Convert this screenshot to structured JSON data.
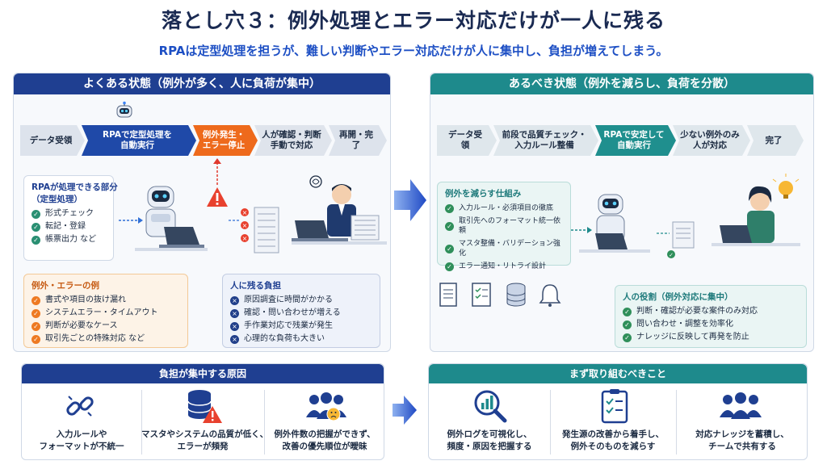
{
  "title": "落とし穴３：例外処理とエラー対応だけが一人に残る",
  "subtitle": "RPAは定型処理を担うが、難しい判断やエラー対応だけが人に集中し、負担が増えてしまう。",
  "left_panel": {
    "header": "よくある状態（例外が多く、人に負荷が集中）",
    "flow": [
      "データ受領",
      "RPAで定型処理を\n自動実行",
      "例外発生・\nエラー停止",
      "人が確認・判断\n手動で対応",
      "再開・完了"
    ],
    "rpa_box": {
      "title": "RPAが処理できる部分\n（定型処理）",
      "items": [
        "形式チェック",
        "転記・登録",
        "帳票出力 など"
      ]
    },
    "exception_box": {
      "title": "例外・エラーの例",
      "items": [
        "書式や項目の抜け漏れ",
        "システムエラー・タイムアウト",
        "判断が必要なケース",
        "取引先ごとの特殊対応 など"
      ]
    },
    "burden_box": {
      "title": "人に残る負担",
      "items": [
        "原因調査に時間がかかる",
        "確認・問い合わせが増える",
        "手作業対応で残業が発生",
        "心理的な負荷も大きい"
      ]
    }
  },
  "right_panel": {
    "header": "あるべき状態（例外を減らし、負荷を分散）",
    "flow": [
      "データ受領",
      "前段で品質チェック・\n入力ルール整備",
      "RPAで安定して\n自動実行",
      "少ない例外のみ\n人が対応",
      "完了"
    ],
    "mechanism_box": {
      "title": "例外を減らす仕組み",
      "items": [
        "入力ルール・必須項目の徹底",
        "取引先へのフォーマット統一依頼",
        "マスタ整備・バリデーション強化",
        "エラー通知・リトライ設計"
      ]
    },
    "role_box": {
      "title": "人の役割（例外対応に集中）",
      "items": [
        "判断・確認が必要な案件のみ対応",
        "問い合わせ・調整を効率化",
        "ナレッジに反映して再発を防止"
      ]
    }
  },
  "causes": {
    "header": "負担が集中する原因",
    "items": [
      {
        "icon": "broken-link-icon",
        "text": "入力ルールや\nフォーマットが不統一"
      },
      {
        "icon": "database-warning-icon",
        "text": "マスタやシステムの品質が低く、\nエラーが頻発"
      },
      {
        "icon": "worried-group-icon",
        "text": "例外件数の把握ができず、\n改善の優先順位が曖昧"
      }
    ]
  },
  "actions": {
    "header": "まず取り組むべきこと",
    "items": [
      {
        "icon": "search-chart-icon",
        "text": "例外ログを可視化し、\n頻度・原因を把握する"
      },
      {
        "icon": "checklist-icon",
        "text": "発生源の改善から着手し、\n例外そのものを減らす"
      },
      {
        "icon": "team-icon",
        "text": "対応ナレッジを蓄積し、\nチームで共有する"
      }
    ]
  },
  "colors": {
    "navy": "#1f3f91",
    "teal": "#1e8a8c",
    "orange": "#ee6a1c",
    "blue_accent": "#1d4fc4"
  }
}
